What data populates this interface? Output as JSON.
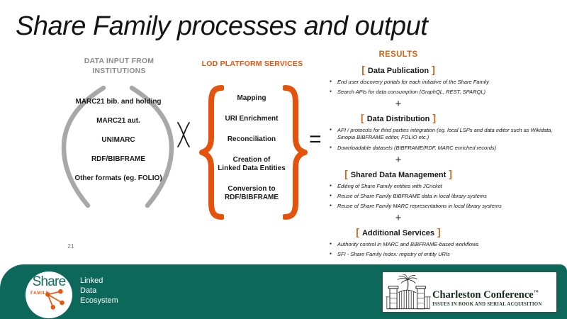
{
  "slide": {
    "title": "Share Family processes and output",
    "page_number": "21"
  },
  "input_column": {
    "header": "DATA INPUT FROM\nINSTITUTIONS",
    "items": [
      "MARC21 bib. and holding",
      "MARC21 aut.",
      "UNIMARC",
      "RDF/BIBFRAME",
      "Other formats (eg. FOLIO)"
    ]
  },
  "services_column": {
    "header": "LOD PLATFORM SERVICES",
    "items": [
      "Mapping",
      "URI Enrichment",
      "Reconciliation",
      "Creation of\nLinked Data Entities",
      "Conversion to\nRDF/BIBFRAME"
    ]
  },
  "operators": {
    "multiply_label": "X",
    "equals_label": "="
  },
  "results_column": {
    "header": "RESULTS",
    "bracket_open": "[",
    "bracket_close": "]",
    "plus": "+",
    "sections": [
      {
        "title": "Data Publication",
        "bullets": [
          "End user discovery portals for each initiative of the Share Family",
          "Search APIs for data consumption (GraphQL, REST, SPARQL)"
        ]
      },
      {
        "title": "Data Distribution",
        "bullets": [
          "API / protocols for third parties integration (eg. local LSPs and data editor such as Wikidata, Sinopia BIBFRAME editor, FOLIO etc.)",
          "Downloadable datasets (BIBFRAME/RDF, MARC enriched records)"
        ]
      },
      {
        "title": "Shared Data Management",
        "bullets": [
          "Editing of Share Family entities with JCricket",
          "Reuse of Share Family BIBFRAME data in local library systems",
          "Reuse of Share Family MARC representations in local library systems"
        ]
      },
      {
        "title": "Additional Services",
        "bullets": [
          "Authority control in MARC and BIBFRAME-based workflows",
          "SFI - Share Family Index: registry of entity URIs"
        ]
      }
    ]
  },
  "footer": {
    "share_logo": {
      "wordmark": "Share",
      "family": "FAMILY",
      "tagline": "Linked\nData\nEcosystem"
    },
    "charleston_logo": {
      "title": "Charleston Conference",
      "trademark": "™",
      "subtitle": "ISSUES IN BOOK AND SERIAL ACQUISITION"
    }
  },
  "colors": {
    "accent_orange": "#DF5510",
    "results_orange": "#C8671B",
    "paren_gray": "#A8A8A8",
    "header_gray": "#8C8C8C",
    "footer_teal": "#0C685A",
    "charleston_green": "#1C5B4E"
  }
}
